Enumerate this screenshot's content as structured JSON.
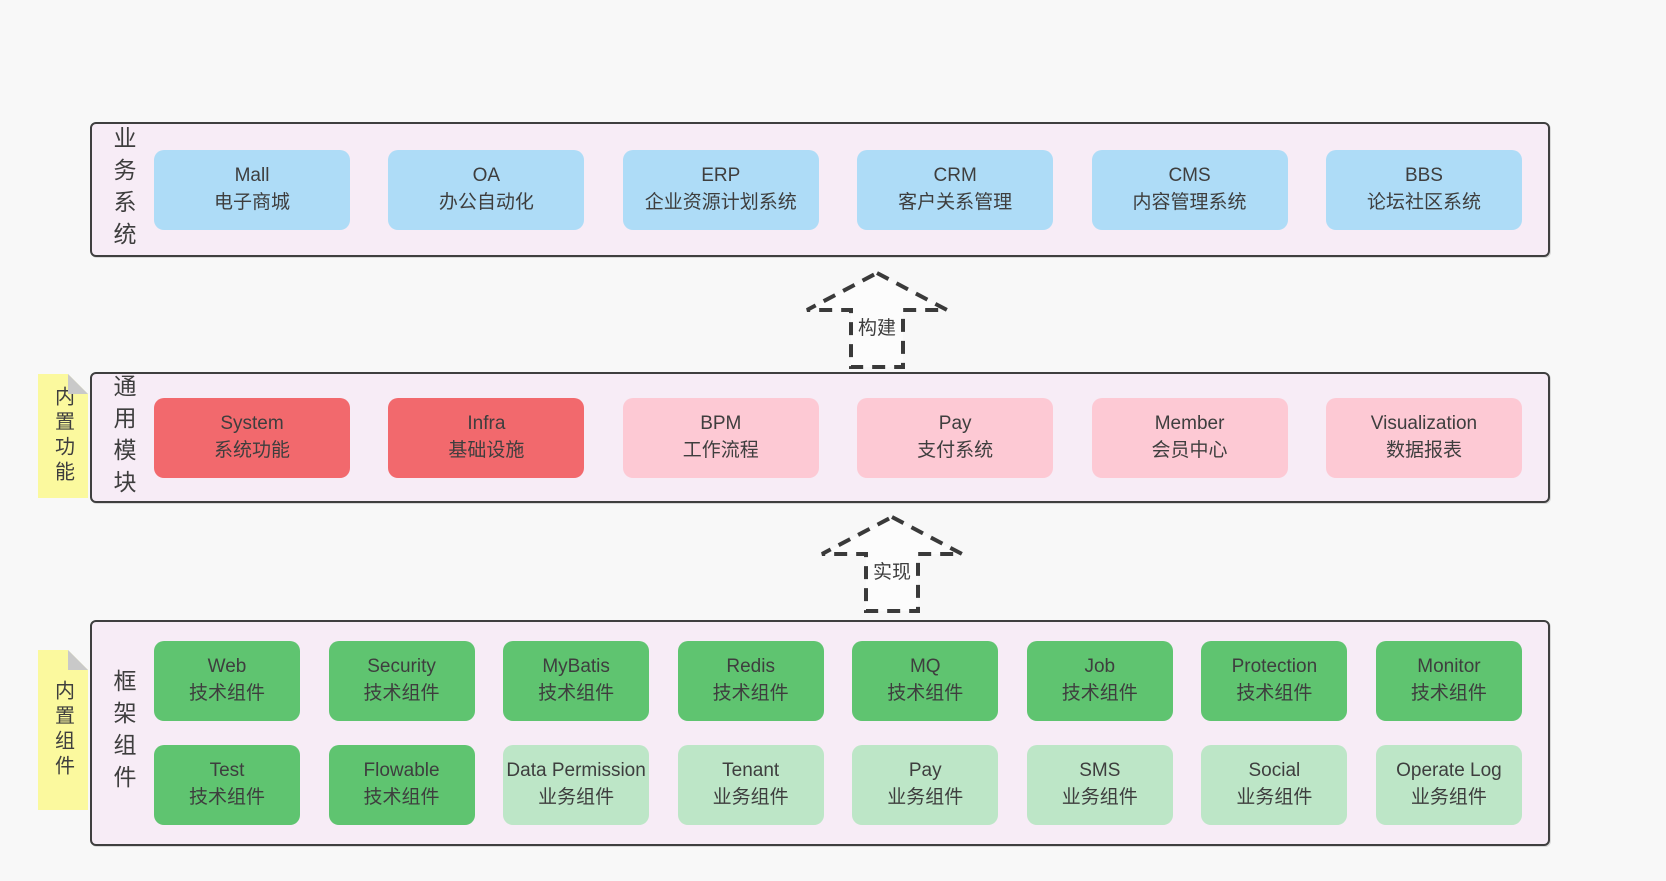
{
  "colors": {
    "page_bg": "#f8f8f8",
    "panel_bg": "#f7ecf6",
    "panel_border": "#3f3f3f",
    "blue_box": "#aedcf7",
    "red_box": "#f2696d",
    "pink_box": "#fdc9d4",
    "green_dark_box": "#5fc470",
    "green_light_box": "#bde6c7",
    "sticky_yellow": "#fbf99e",
    "sticky_fold": "#c9c9c9",
    "text": "#3e3e3e"
  },
  "business": {
    "label": "业务系统",
    "items": [
      {
        "title": "Mall",
        "subtitle": "电子商城"
      },
      {
        "title": "OA",
        "subtitle": "办公自动化"
      },
      {
        "title": "ERP",
        "subtitle": "企业资源计划系统"
      },
      {
        "title": "CRM",
        "subtitle": "客户关系管理"
      },
      {
        "title": "CMS",
        "subtitle": "内容管理系统"
      },
      {
        "title": "BBS",
        "subtitle": "论坛社区系统"
      }
    ]
  },
  "arrows": {
    "build": {
      "label": "构建"
    },
    "implement": {
      "label": "实现"
    }
  },
  "modules": {
    "label": "通用模块",
    "sticky_label": "内置功能",
    "items": [
      {
        "title": "System",
        "subtitle": "系统功能"
      },
      {
        "title": "Infra",
        "subtitle": "基础设施"
      },
      {
        "title": "BPM",
        "subtitle": "工作流程"
      },
      {
        "title": "Pay",
        "subtitle": "支付系统"
      },
      {
        "title": "Member",
        "subtitle": "会员中心"
      },
      {
        "title": "Visualization",
        "subtitle": "数据报表"
      }
    ]
  },
  "components": {
    "label": "框架组件",
    "sticky_label": "内置组件",
    "row1": [
      {
        "title": "Web",
        "subtitle": "技术组件"
      },
      {
        "title": "Security",
        "subtitle": "技术组件"
      },
      {
        "title": "MyBatis",
        "subtitle": "技术组件"
      },
      {
        "title": "Redis",
        "subtitle": "技术组件"
      },
      {
        "title": "MQ",
        "subtitle": "技术组件"
      },
      {
        "title": "Job",
        "subtitle": "技术组件"
      },
      {
        "title": "Protection",
        "subtitle": "技术组件"
      },
      {
        "title": "Monitor",
        "subtitle": "技术组件"
      }
    ],
    "row2": [
      {
        "title": "Test",
        "subtitle": "技术组件"
      },
      {
        "title": "Flowable",
        "subtitle": "技术组件"
      },
      {
        "title": "Data Permission",
        "subtitle": "业务组件"
      },
      {
        "title": "Tenant",
        "subtitle": "业务组件"
      },
      {
        "title": "Pay",
        "subtitle": "业务组件"
      },
      {
        "title": "SMS",
        "subtitle": "业务组件"
      },
      {
        "title": "Social",
        "subtitle": "业务组件"
      },
      {
        "title": "Operate Log",
        "subtitle": "业务组件"
      }
    ]
  }
}
